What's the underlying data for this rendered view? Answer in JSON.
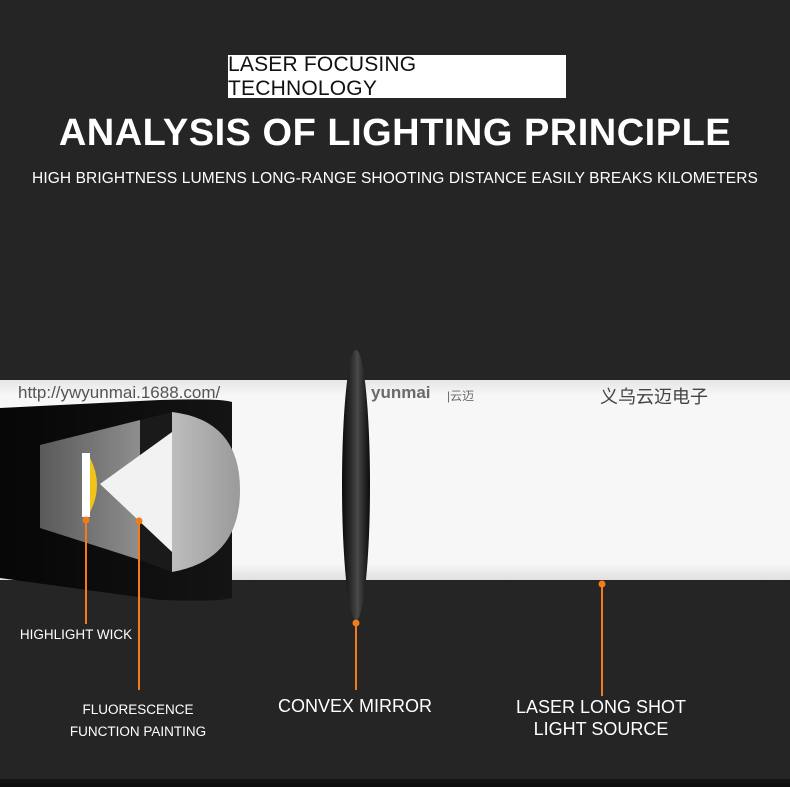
{
  "header": {
    "badge": "LASER FOCUSING TECHNOLOGY",
    "title": "ANALYSIS OF LIGHTING PRINCIPLE",
    "subtitle": "HIGH BRIGHTNESS LUMENS  LONG-RANGE SHOOTING DISTANCE EASILY BREAKS KILOMETERS"
  },
  "watermark": {
    "url": "http://ywyunmai.1688.com/",
    "brand": "yunmai",
    "brand_cn": "|云迈",
    "company_cn": "义乌云迈电子"
  },
  "labels": {
    "highlight_wick": "HIGHLIGHT WICK",
    "fluorescence_line1": "FLUORESCENCE",
    "fluorescence_line2": "FUNCTION PAINTING",
    "convex_mirror": "CONVEX MIRROR",
    "laser_line1": "LASER LONG SHOT",
    "laser_line2": "LIGHT SOURCE"
  },
  "colors": {
    "background": "#252525",
    "beam": "#f3f3f3",
    "pointer": "#f07d1a",
    "led": "#f2c41a",
    "text": "#ffffff"
  }
}
